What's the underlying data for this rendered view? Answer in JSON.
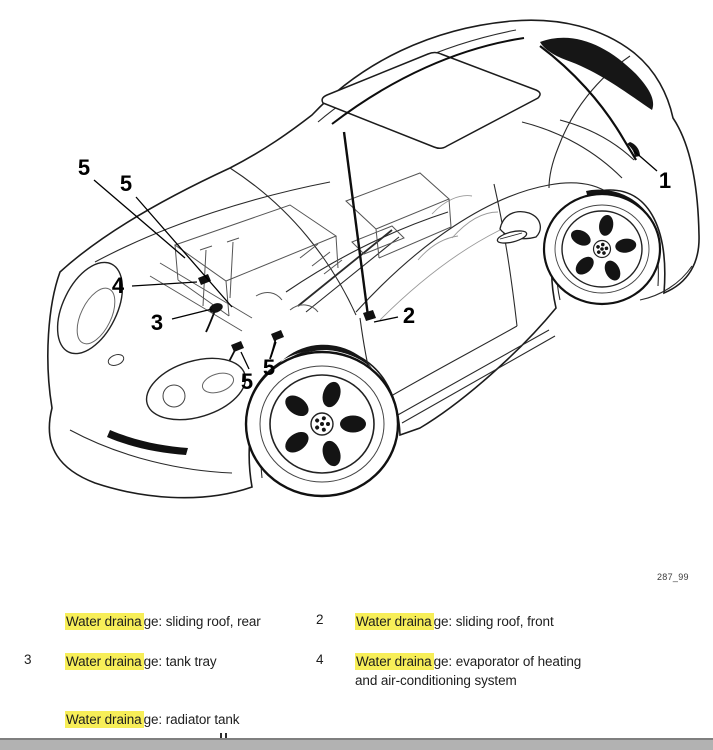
{
  "figure": {
    "caption": "287_99",
    "callouts": {
      "one": "1",
      "two": "2",
      "three": "3",
      "four": "4",
      "five_a": "5",
      "five_b": "5",
      "five_c": "5",
      "five_d": "5"
    }
  },
  "legend": {
    "highlight_color": "#f7ee58",
    "items": [
      {
        "num": "",
        "highlight": "Water draina",
        "rest": "ge: sliding roof, rear"
      },
      {
        "num": "2",
        "highlight": "Water draina",
        "rest": "ge: sliding roof, front"
      },
      {
        "num": "3",
        "highlight": "Water draina",
        "rest": "ge: tank tray"
      },
      {
        "num": "4",
        "highlight": "Water draina",
        "rest": "ge: evaporator of heating and air-conditioning system"
      },
      {
        "num": "",
        "highlight": "Water draina",
        "rest": "ge: radiator tank"
      }
    ]
  }
}
